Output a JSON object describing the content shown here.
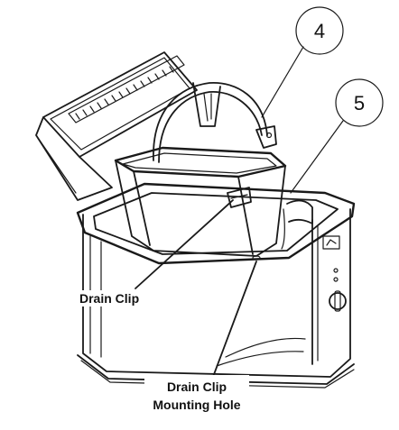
{
  "callouts": [
    {
      "number": "4"
    },
    {
      "number": "5"
    }
  ],
  "labels": {
    "drain_clip": "Drain Clip",
    "drain_clip_mounting_hole_line1": "Drain Clip",
    "drain_clip_mounting_hole_line2": "Mounting Hole"
  }
}
